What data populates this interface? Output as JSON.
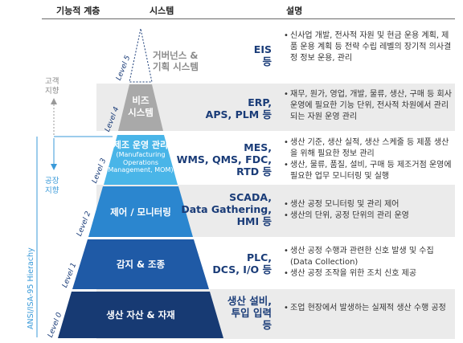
{
  "headers": {
    "col1": "기능적 계층",
    "col2": "시스템",
    "col3": "설명"
  },
  "side": {
    "vertical_label": "ANSI/ISA-95 Hierachy",
    "top_direction": "고객\n지향",
    "bottom_direction": "공장\n지향"
  },
  "levels": [
    {
      "level": "Level 5",
      "name": "거버넌스 &\n기획 시스템",
      "system": "EIS\n등",
      "descriptions": [
        "신사업 개발, 전사적 자원 및 현금 운용 계획, 제품 운용 계획 등 전략 수립 레벨의 장기적 의사결정 정보 운용, 관리"
      ]
    },
    {
      "level": "Level 4",
      "name": "비즈\n시스템",
      "system": "ERP,\nAPS, PLM 등",
      "descriptions": [
        "재무, 원가, 영업, 개발, 물류, 생산, 구매 등 회사 운영에 필요한 기능 단위, 전사적 차원에서 관리되는 자원 운영 관리"
      ]
    },
    {
      "level": "Level 3",
      "name": "제조 운영 관리",
      "name_sub": "(Manufacturing\nOperations\nManagement, MOM)",
      "system": "MES,\nWMS, QMS, FDC,\nRTD 등",
      "descriptions": [
        "생산 기준, 생산 실적, 생산 스케줄 등 제품 생산을 위해 필요한 정보 관리",
        "생산, 물류, 품질, 설비, 구매 등 제조거점 운영에 필요한 업무 모니터링 및 실행"
      ]
    },
    {
      "level": "Level 2",
      "name": "제어 / 모니터링",
      "system": "SCADA,\nData Gathering,\nHMI 등",
      "descriptions": [
        "생산 공정 모니터링 및 관리 제어",
        "생산의 단위, 공정 단위의 관리 운영"
      ]
    },
    {
      "level": "Level 1",
      "name": "감지 & 조종",
      "system": "PLC,\nDCS, I/O 등",
      "descriptions": [
        "생산 공정 수행과 관련한 신호 발생 및 수집(Data Collection)",
        "생산 공정 조작을 위한 조치 신호 제공"
      ]
    },
    {
      "level": "Level 0",
      "name": "생산 자산 & 자재",
      "system": "생산 설비,\n투입 입력\n등",
      "descriptions": [
        "조업 현장에서 발생하는 실제적 생산 수행 공정"
      ]
    }
  ],
  "colors": {
    "navy": "#1a3c78",
    "blue": "#2166ae",
    "mid_blue": "#3a8fd0",
    "light_blue": "#49b5e8",
    "gray": "#a9a9a9",
    "band_gray": "#ebebeb"
  }
}
